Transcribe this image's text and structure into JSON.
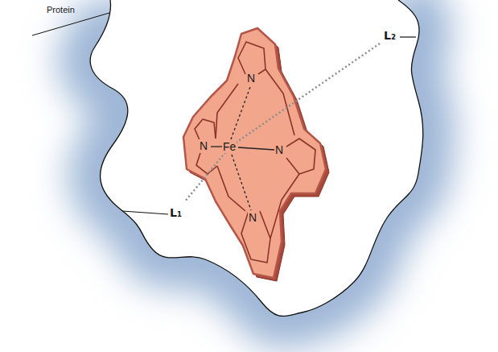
{
  "diagram": {
    "labels": [
      "Protein",
      "L₂",
      "N",
      "N",
      "Fe",
      "N",
      "L₁",
      "N"
    ]
  }
}
